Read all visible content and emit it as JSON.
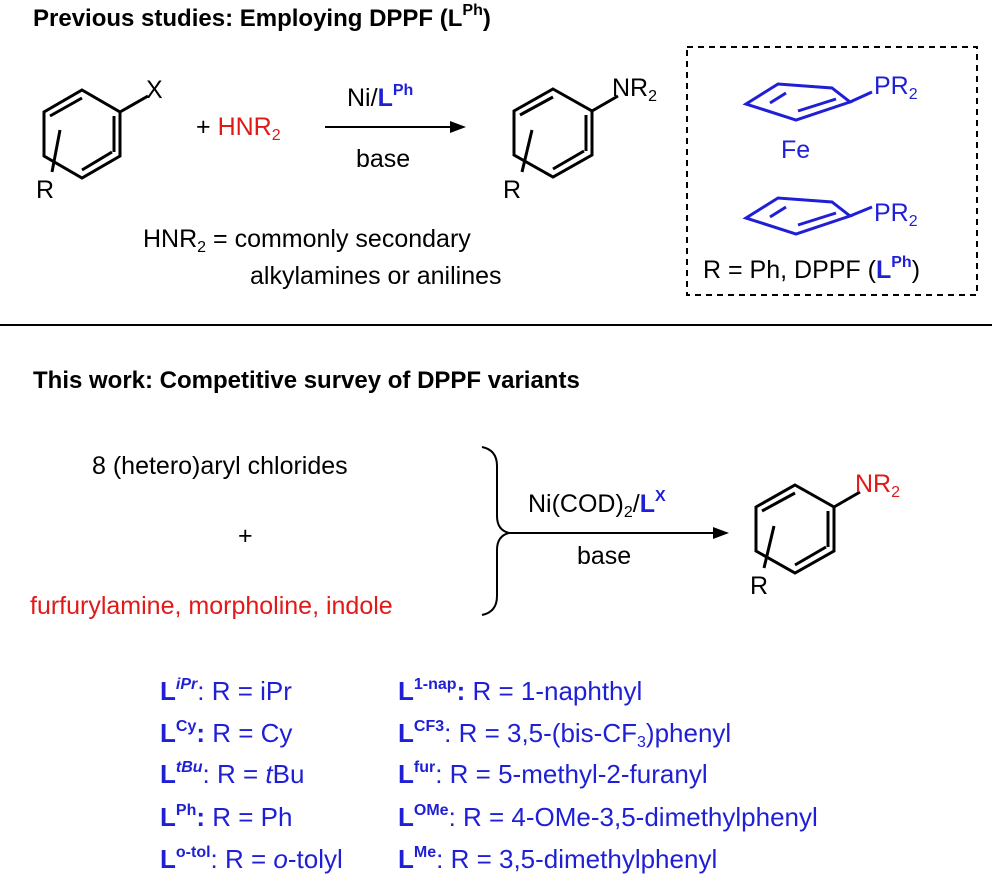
{
  "top": {
    "title_prefix": "Previous studies: Employing DPPF (L",
    "title_sup": "Ph",
    "title_suffix": ")",
    "reactant": {
      "X": "X",
      "R": "R"
    },
    "amine_plus": "+",
    "amine": "HNR",
    "amine_sub": "2",
    "catalyst": "Ni/",
    "catalyst_ligand": "L",
    "catalyst_ligand_sup": "Ph",
    "base": "base",
    "product": {
      "group": "NR",
      "group_sub": "2",
      "R": "R"
    },
    "note_line1_a": "HNR",
    "note_line1_sub": "2",
    "note_line1_b": " = commonly secondary",
    "note_line2": "alkylamines or anilines",
    "box": {
      "pr_top": "PR",
      "pr_top_sub": "2",
      "fe": "Fe",
      "pr_bottom": "PR",
      "pr_bottom_sub": "2",
      "caption_prefix": "R = Ph, DPPF (",
      "caption_ligand": "L",
      "caption_sup": "Ph",
      "caption_suffix": ")"
    }
  },
  "bottom": {
    "title": "This work: Competitive survey of DPPF variants",
    "line1": "8 (hetero)aryl chlorides",
    "plus": "+",
    "amines": "furfurylamine, morpholine, indole",
    "catalyst_a": "Ni(COD)",
    "catalyst_sub": "2",
    "catalyst_b": "/",
    "catalyst_ligand": "L",
    "catalyst_sup": "X",
    "base": "base",
    "product": {
      "group": "NR",
      "group_sub": "2",
      "R": "R"
    }
  },
  "ligands": [
    {
      "label": "L",
      "sup": "iPr",
      "sep": ": ",
      "desc": "R = iPr"
    },
    {
      "label": "L",
      "sup": "1-nap",
      "sep": ": ",
      "desc": "R = 1-naphthyl"
    },
    {
      "label": "L",
      "sup": "Cy",
      "sep": ": ",
      "desc": "R = Cy"
    },
    {
      "label": "L",
      "sup": "CF3",
      "sep": ": ",
      "desc_a": "R = 3,5-(bis-CF",
      "desc_sub": "3",
      "desc_b": ")phenyl"
    },
    {
      "label": "L",
      "sup": "tBu",
      "sep": ": ",
      "desc_a": "R = ",
      "desc_i": "t",
      "desc_b": "Bu"
    },
    {
      "label": "L",
      "sup": "fur",
      "sep": ": ",
      "desc": "R = 5-methyl-2-furanyl"
    },
    {
      "label": "L",
      "sup": "Ph",
      "sep": ": ",
      "desc": "R = Ph"
    },
    {
      "label": "L",
      "sup": "OMe",
      "sep": ": ",
      "desc": "R = 4-OMe-3,5-dimethylphenyl"
    },
    {
      "label": "L",
      "sup": "o-tol",
      "sep": ": ",
      "desc_a": "R = ",
      "desc_i": "o",
      "desc_b": "-tolyl"
    },
    {
      "label": "L",
      "sup": "Me",
      "sep": ": ",
      "desc": "R = 3,5-dimethylphenyl"
    }
  ],
  "colors": {
    "blue": "#1f1fd6",
    "red": "#e01919",
    "black": "#000000"
  }
}
